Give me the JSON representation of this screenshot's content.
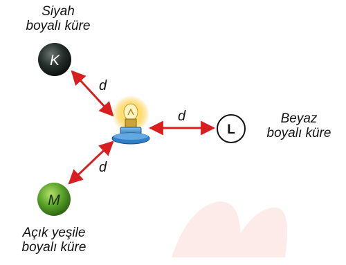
{
  "spheres": {
    "K": {
      "letter": "K",
      "line1": "Siyah",
      "line2": "boyalı küre",
      "color": "#1f2a27"
    },
    "L": {
      "letter": "L",
      "line1": "Beyaz",
      "line2": "boyalı küre",
      "color": "#ffffff"
    },
    "M": {
      "letter": "M",
      "line1": "Açık yeşile",
      "line2": "boyalı küre",
      "color": "#5aa32a"
    }
  },
  "distance_label": "d",
  "colors": {
    "arrow": "#d81e1e",
    "lamp_base": "#2f7fc6",
    "lamp_glow": "#ffd95a",
    "watermark": "#e23b1e"
  }
}
